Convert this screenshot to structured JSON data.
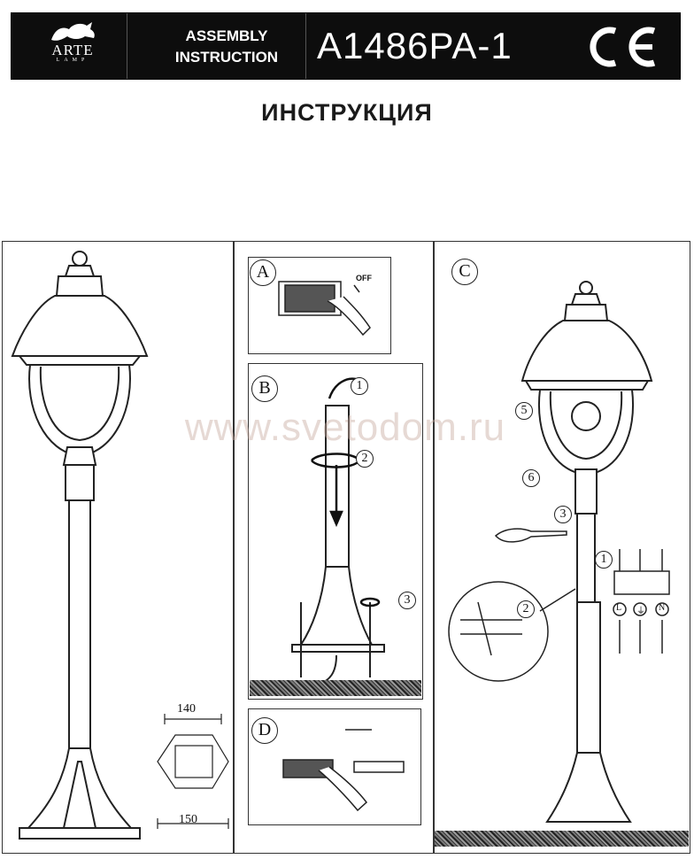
{
  "header": {
    "brand": "ARTE",
    "brand_sub": "LAMP",
    "assembly_line1": "ASSEMBLY",
    "assembly_line2": "INSTRUCTION",
    "model": "A1486PA-1",
    "mark": "CE"
  },
  "title": "ИНСТРУКЦИЯ",
  "watermark": "www.svetodom.ru",
  "panels": {
    "A": {
      "badge": "A",
      "off_label": "OFF"
    },
    "B": {
      "badge": "B",
      "steps": [
        "1",
        "2",
        "3"
      ]
    },
    "C": {
      "badge": "C",
      "steps": [
        "1",
        "2",
        "3",
        "5",
        "6"
      ],
      "terminal_labels": [
        "L",
        "⏚",
        "N"
      ]
    },
    "D": {
      "badge": "D"
    }
  },
  "dimensions": {
    "top": "140",
    "bottom": "150"
  },
  "colors": {
    "header_bg": "#0d0d0d",
    "line": "#333333",
    "watermark": "#c8aaa0"
  }
}
